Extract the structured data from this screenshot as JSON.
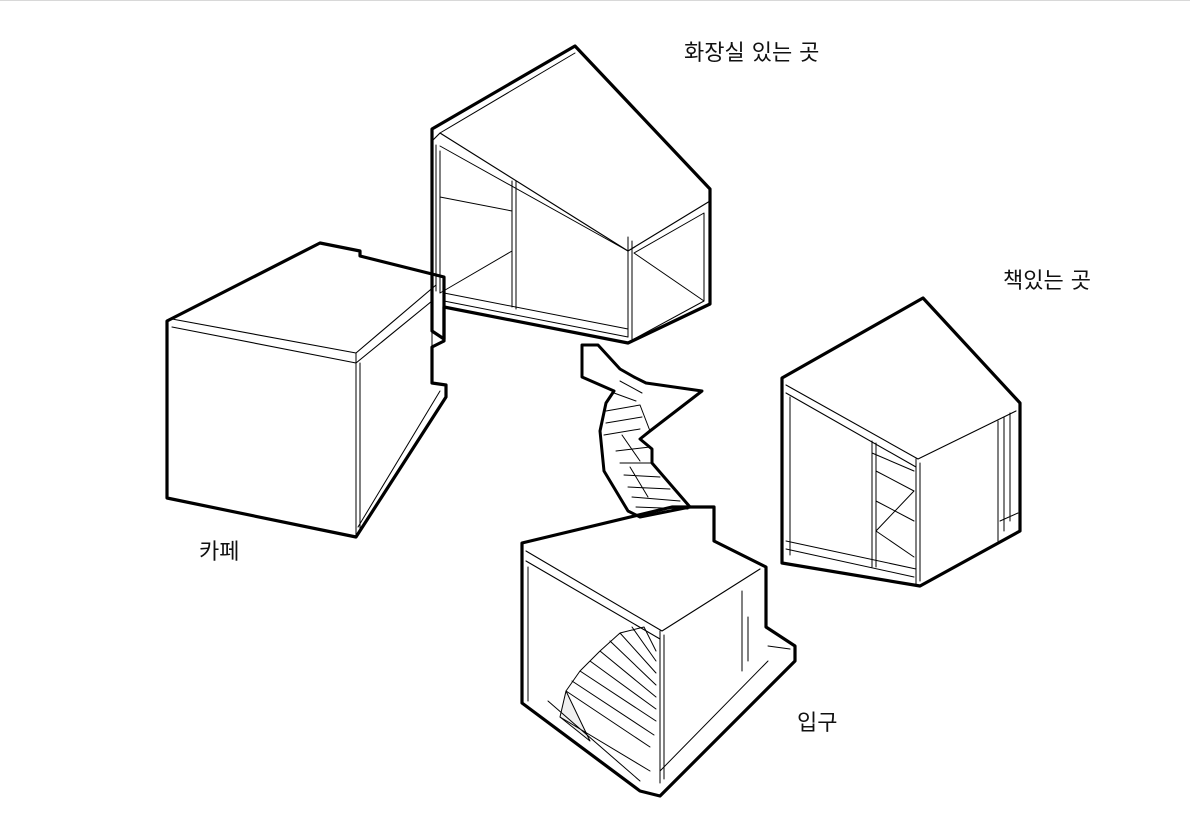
{
  "diagram": {
    "labels": {
      "toilet_area": "화장실 있는 곳",
      "book_area": "책있는 곳",
      "cafe": "카페",
      "entrance": "입구"
    },
    "colors": {
      "line": "#000000",
      "background": "#ffffff"
    }
  }
}
